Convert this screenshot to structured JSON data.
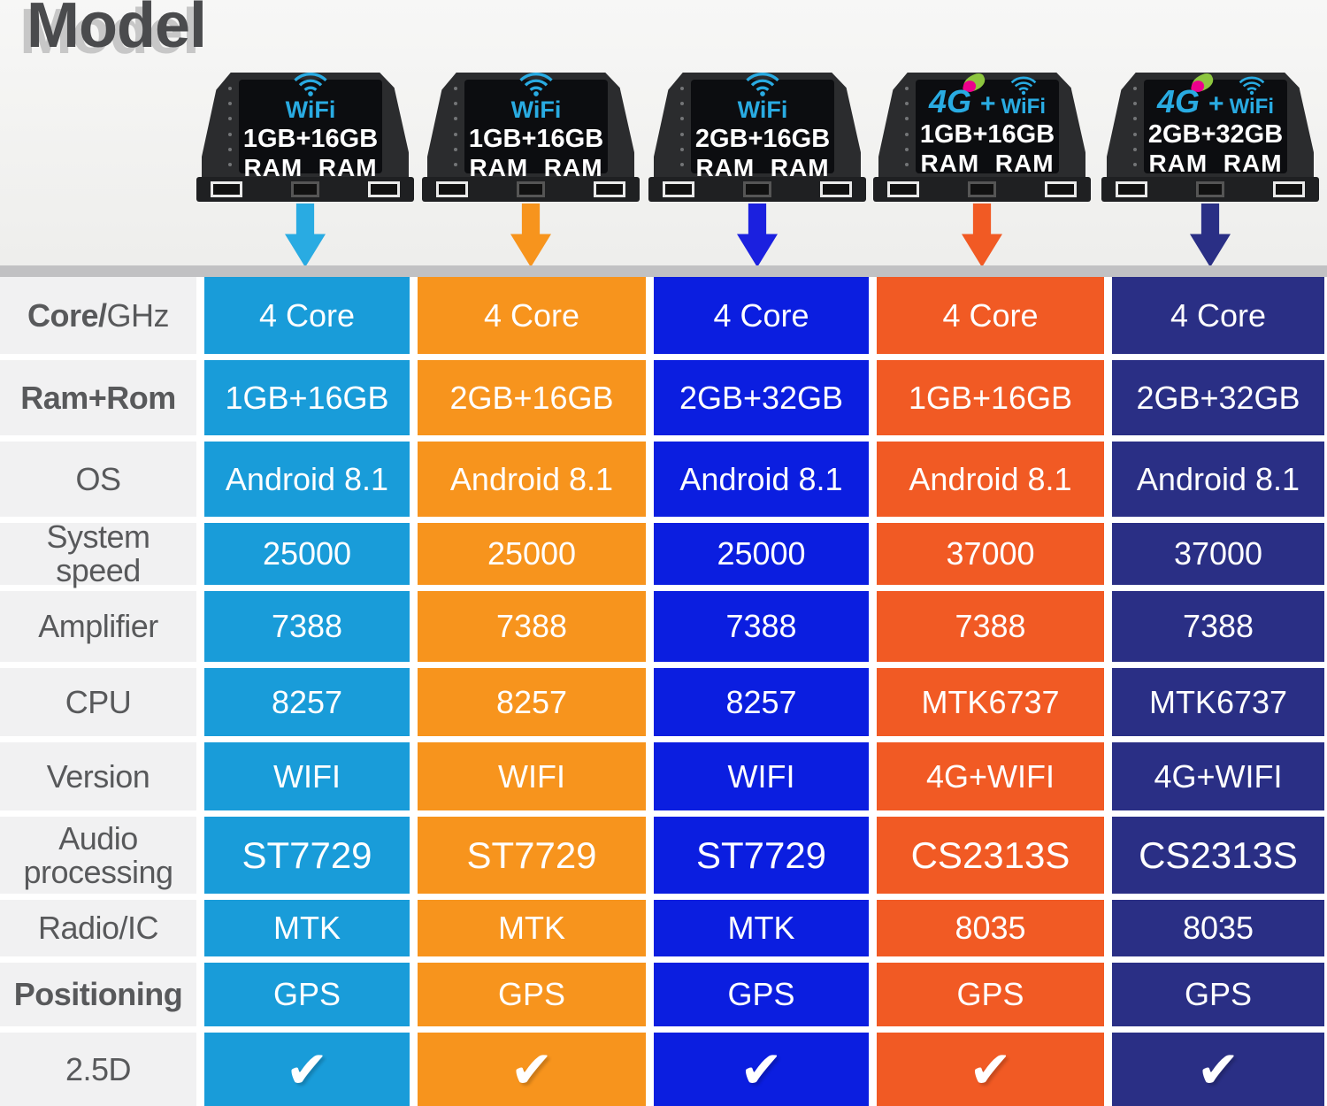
{
  "page": {
    "title": "Model"
  },
  "colors": {
    "wifi_blue": "#29abe2",
    "splash_green": "#8dc63f",
    "splash_magenta": "#ec008c",
    "divider_band": "#c1c1c3",
    "label_text": "#58595b",
    "label_bg": "#f1f1f2"
  },
  "products": [
    {
      "name": "model-1",
      "badge_4g": "",
      "plus": "",
      "wifi_label": "WiFi",
      "memory": "1GB+16GB",
      "ram_label": "RAM  RAM",
      "arrow_color": "#29abe2"
    },
    {
      "name": "model-2",
      "badge_4g": "",
      "plus": "",
      "wifi_label": "WiFi",
      "memory": "1GB+16GB",
      "ram_label": "RAM  RAM",
      "arrow_color": "#f7941d"
    },
    {
      "name": "model-3",
      "badge_4g": "",
      "plus": "",
      "wifi_label": "WiFi",
      "memory": "2GB+16GB",
      "ram_label": "RAM  RAM",
      "arrow_color": "#1b20df"
    },
    {
      "name": "model-4",
      "badge_4g": "4G",
      "plus": "+",
      "wifi_label": "WiFi",
      "memory": "1GB+16GB",
      "ram_label": "RAM  RAM",
      "arrow_color": "#f15a24"
    },
    {
      "name": "model-5",
      "badge_4g": "4G",
      "plus": "+",
      "wifi_label": "WiFi",
      "memory": "2GB+32GB",
      "ram_label": "RAM  RAM",
      "arrow_color": "#2a2f85"
    }
  ],
  "table": {
    "column_colors": [
      "#199cd9",
      "#f7941d",
      "#0b1ee0",
      "#f15a24",
      "#2a2f85"
    ],
    "rows": [
      {
        "label_b": "Core/",
        "label_r": "GHz",
        "values": [
          "4 Core",
          "4 Core",
          "4 Core",
          "4 Core",
          "4 Core"
        ]
      },
      {
        "label_b": "Ram+Rom",
        "label_r": "",
        "values": [
          "1GB+16GB",
          "2GB+16GB",
          "2GB+32GB",
          "1GB+16GB",
          "2GB+32GB"
        ]
      },
      {
        "label_b": "",
        "label_r": "OS",
        "values": [
          "Android 8.1",
          "Android 8.1",
          "Android 8.1",
          "Android 8.1",
          "Android 8.1"
        ]
      },
      {
        "label_b": "",
        "label_r": "System speed",
        "values": [
          "25000",
          "25000",
          "25000",
          "37000",
          "37000"
        ]
      },
      {
        "label_b": "",
        "label_r": "Amplifier",
        "values": [
          "7388",
          "7388",
          "7388",
          "7388",
          "7388"
        ]
      },
      {
        "label_b": "",
        "label_r": "CPU",
        "values": [
          "8257",
          "8257",
          "8257",
          "MTK6737",
          "MTK6737"
        ]
      },
      {
        "label_b": "",
        "label_r": "Version",
        "values": [
          "WIFI",
          "WIFI",
          "WIFI",
          "4G+WIFI",
          "4G+WIFI"
        ]
      },
      {
        "label_b": "",
        "label_r": "Audio processing",
        "values": [
          "ST7729",
          "ST7729",
          "ST7729",
          "CS2313S",
          "CS2313S"
        ]
      },
      {
        "label_b": "",
        "label_r": "Radio/IC",
        "values": [
          "MTK",
          "MTK",
          "MTK",
          "8035",
          "8035"
        ]
      },
      {
        "label_b": "Positioning",
        "label_r": "",
        "values": [
          "GPS",
          "GPS",
          "GPS",
          "GPS",
          "GPS"
        ]
      },
      {
        "label_b": "",
        "label_r": "2.5D",
        "values": [
          "✔",
          "✔",
          "✔",
          "✔",
          "✔"
        ]
      }
    ]
  },
  "chart_data": {
    "type": "table",
    "title": "Model",
    "row_headers": [
      "Core/GHz",
      "Ram+Rom",
      "OS",
      "System speed",
      "Amplifier",
      "CPU",
      "Version",
      "Audio processing",
      "Radio/IC",
      "Positioning",
      "2.5D"
    ],
    "columns": [
      {
        "name": "WiFi 1GB+16GB RAM",
        "values": [
          "4 Core",
          "1GB+16GB",
          "Android 8.1",
          "25000",
          "7388",
          "8257",
          "WIFI",
          "ST7729",
          "MTK",
          "GPS",
          "✔"
        ]
      },
      {
        "name": "WiFi 1GB+16GB RAM",
        "values": [
          "4 Core",
          "2GB+16GB",
          "Android 8.1",
          "25000",
          "7388",
          "8257",
          "WIFI",
          "ST7729",
          "MTK",
          "GPS",
          "✔"
        ]
      },
      {
        "name": "WiFi 2GB+16GB RAM",
        "values": [
          "4 Core",
          "2GB+32GB",
          "Android 8.1",
          "25000",
          "7388",
          "8257",
          "WIFI",
          "ST7729",
          "MTK",
          "GPS",
          "✔"
        ]
      },
      {
        "name": "4G + WiFi 1GB+16GB RAM",
        "values": [
          "4 Core",
          "1GB+16GB",
          "Android 8.1",
          "37000",
          "7388",
          "MTK6737",
          "4G+WIFI",
          "CS2313S",
          "8035",
          "GPS",
          "✔"
        ]
      },
      {
        "name": "4G + WiFi 2GB+32GB RAM",
        "values": [
          "4 Core",
          "2GB+32GB",
          "Android 8.1",
          "37000",
          "7388",
          "MTK6737",
          "4G+WIFI",
          "CS2313S",
          "8035",
          "GPS",
          "✔"
        ]
      }
    ]
  }
}
